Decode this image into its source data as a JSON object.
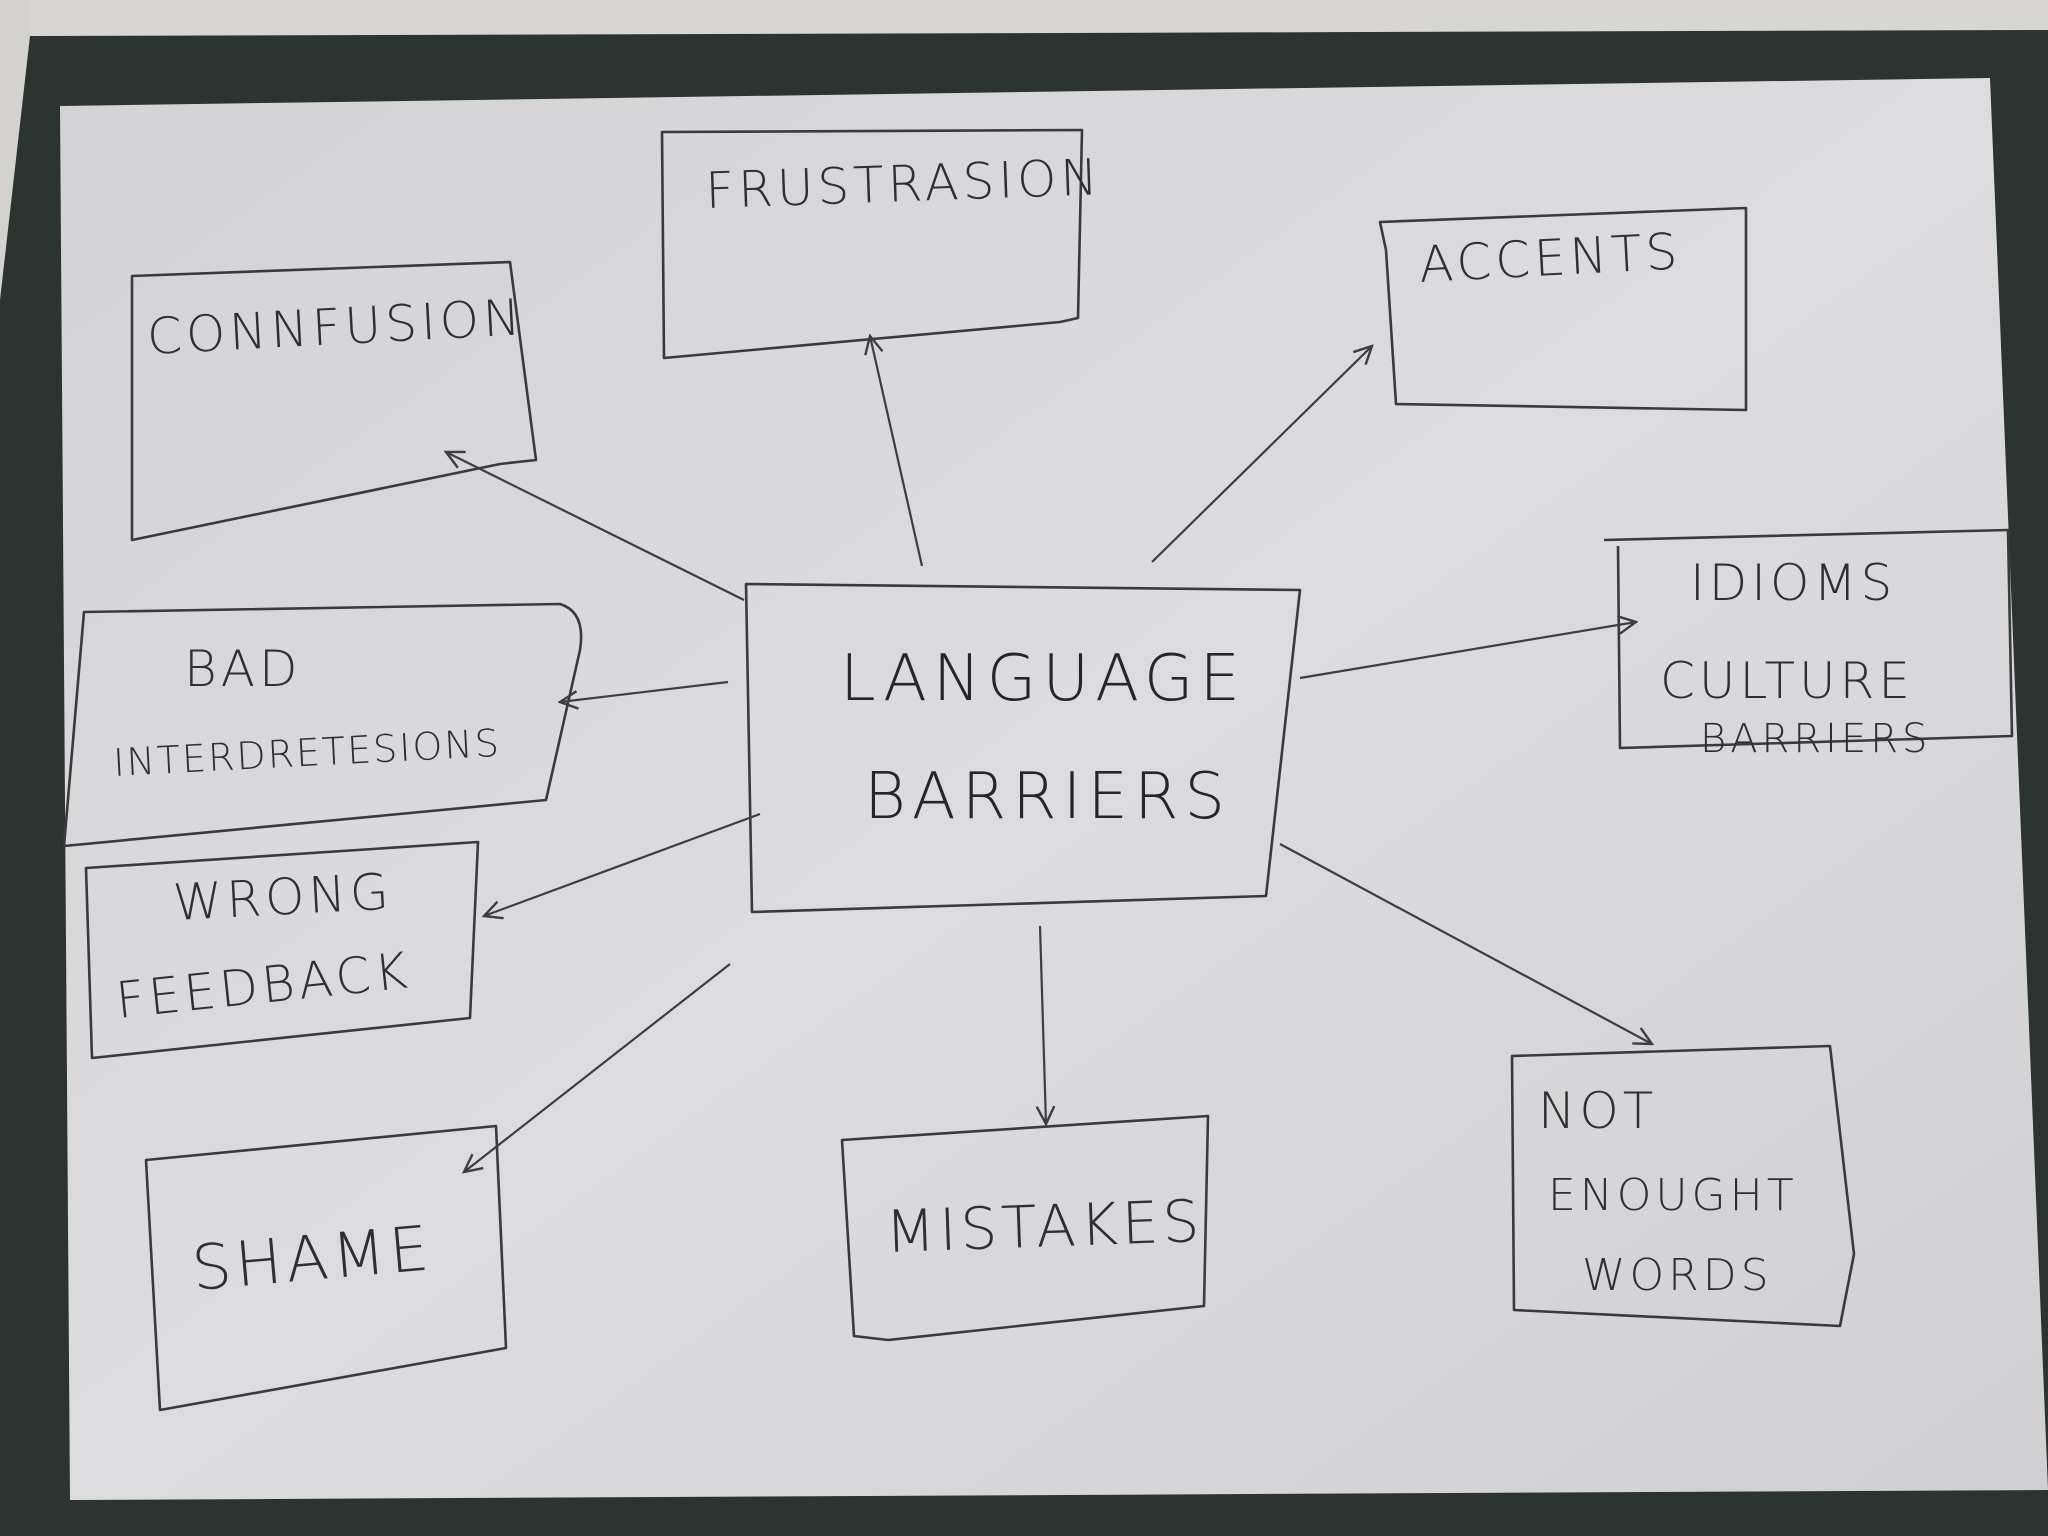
{
  "diagram": {
    "center": {
      "line1": "LANGUAGE",
      "line2": "BARRIERS"
    },
    "nodes": {
      "frustration": {
        "line1": "FRUSTRASION"
      },
      "accents": {
        "line1": "ACCENTS"
      },
      "confusion": {
        "line1": "CONNFUSION"
      },
      "idioms": {
        "line1": "IDIOMS",
        "line2": "CULTURE",
        "line3": "BARRIERS"
      },
      "bad_interpretations": {
        "line1": "BAD",
        "line2": "INTERDRETESIONS"
      },
      "wrong_feedback": {
        "line1": "WRONG",
        "line2": "FEEDBACK"
      },
      "shame": {
        "line1": "SHAME"
      },
      "mistakes": {
        "line1": "MISTAKES"
      },
      "not_enough_words": {
        "line1": "NOT",
        "line2": "ENOUGHT",
        "line3": "WORDS"
      }
    },
    "colors": {
      "paper": "#d9d9db",
      "ink": "#333335",
      "board": "#2b3431"
    }
  }
}
